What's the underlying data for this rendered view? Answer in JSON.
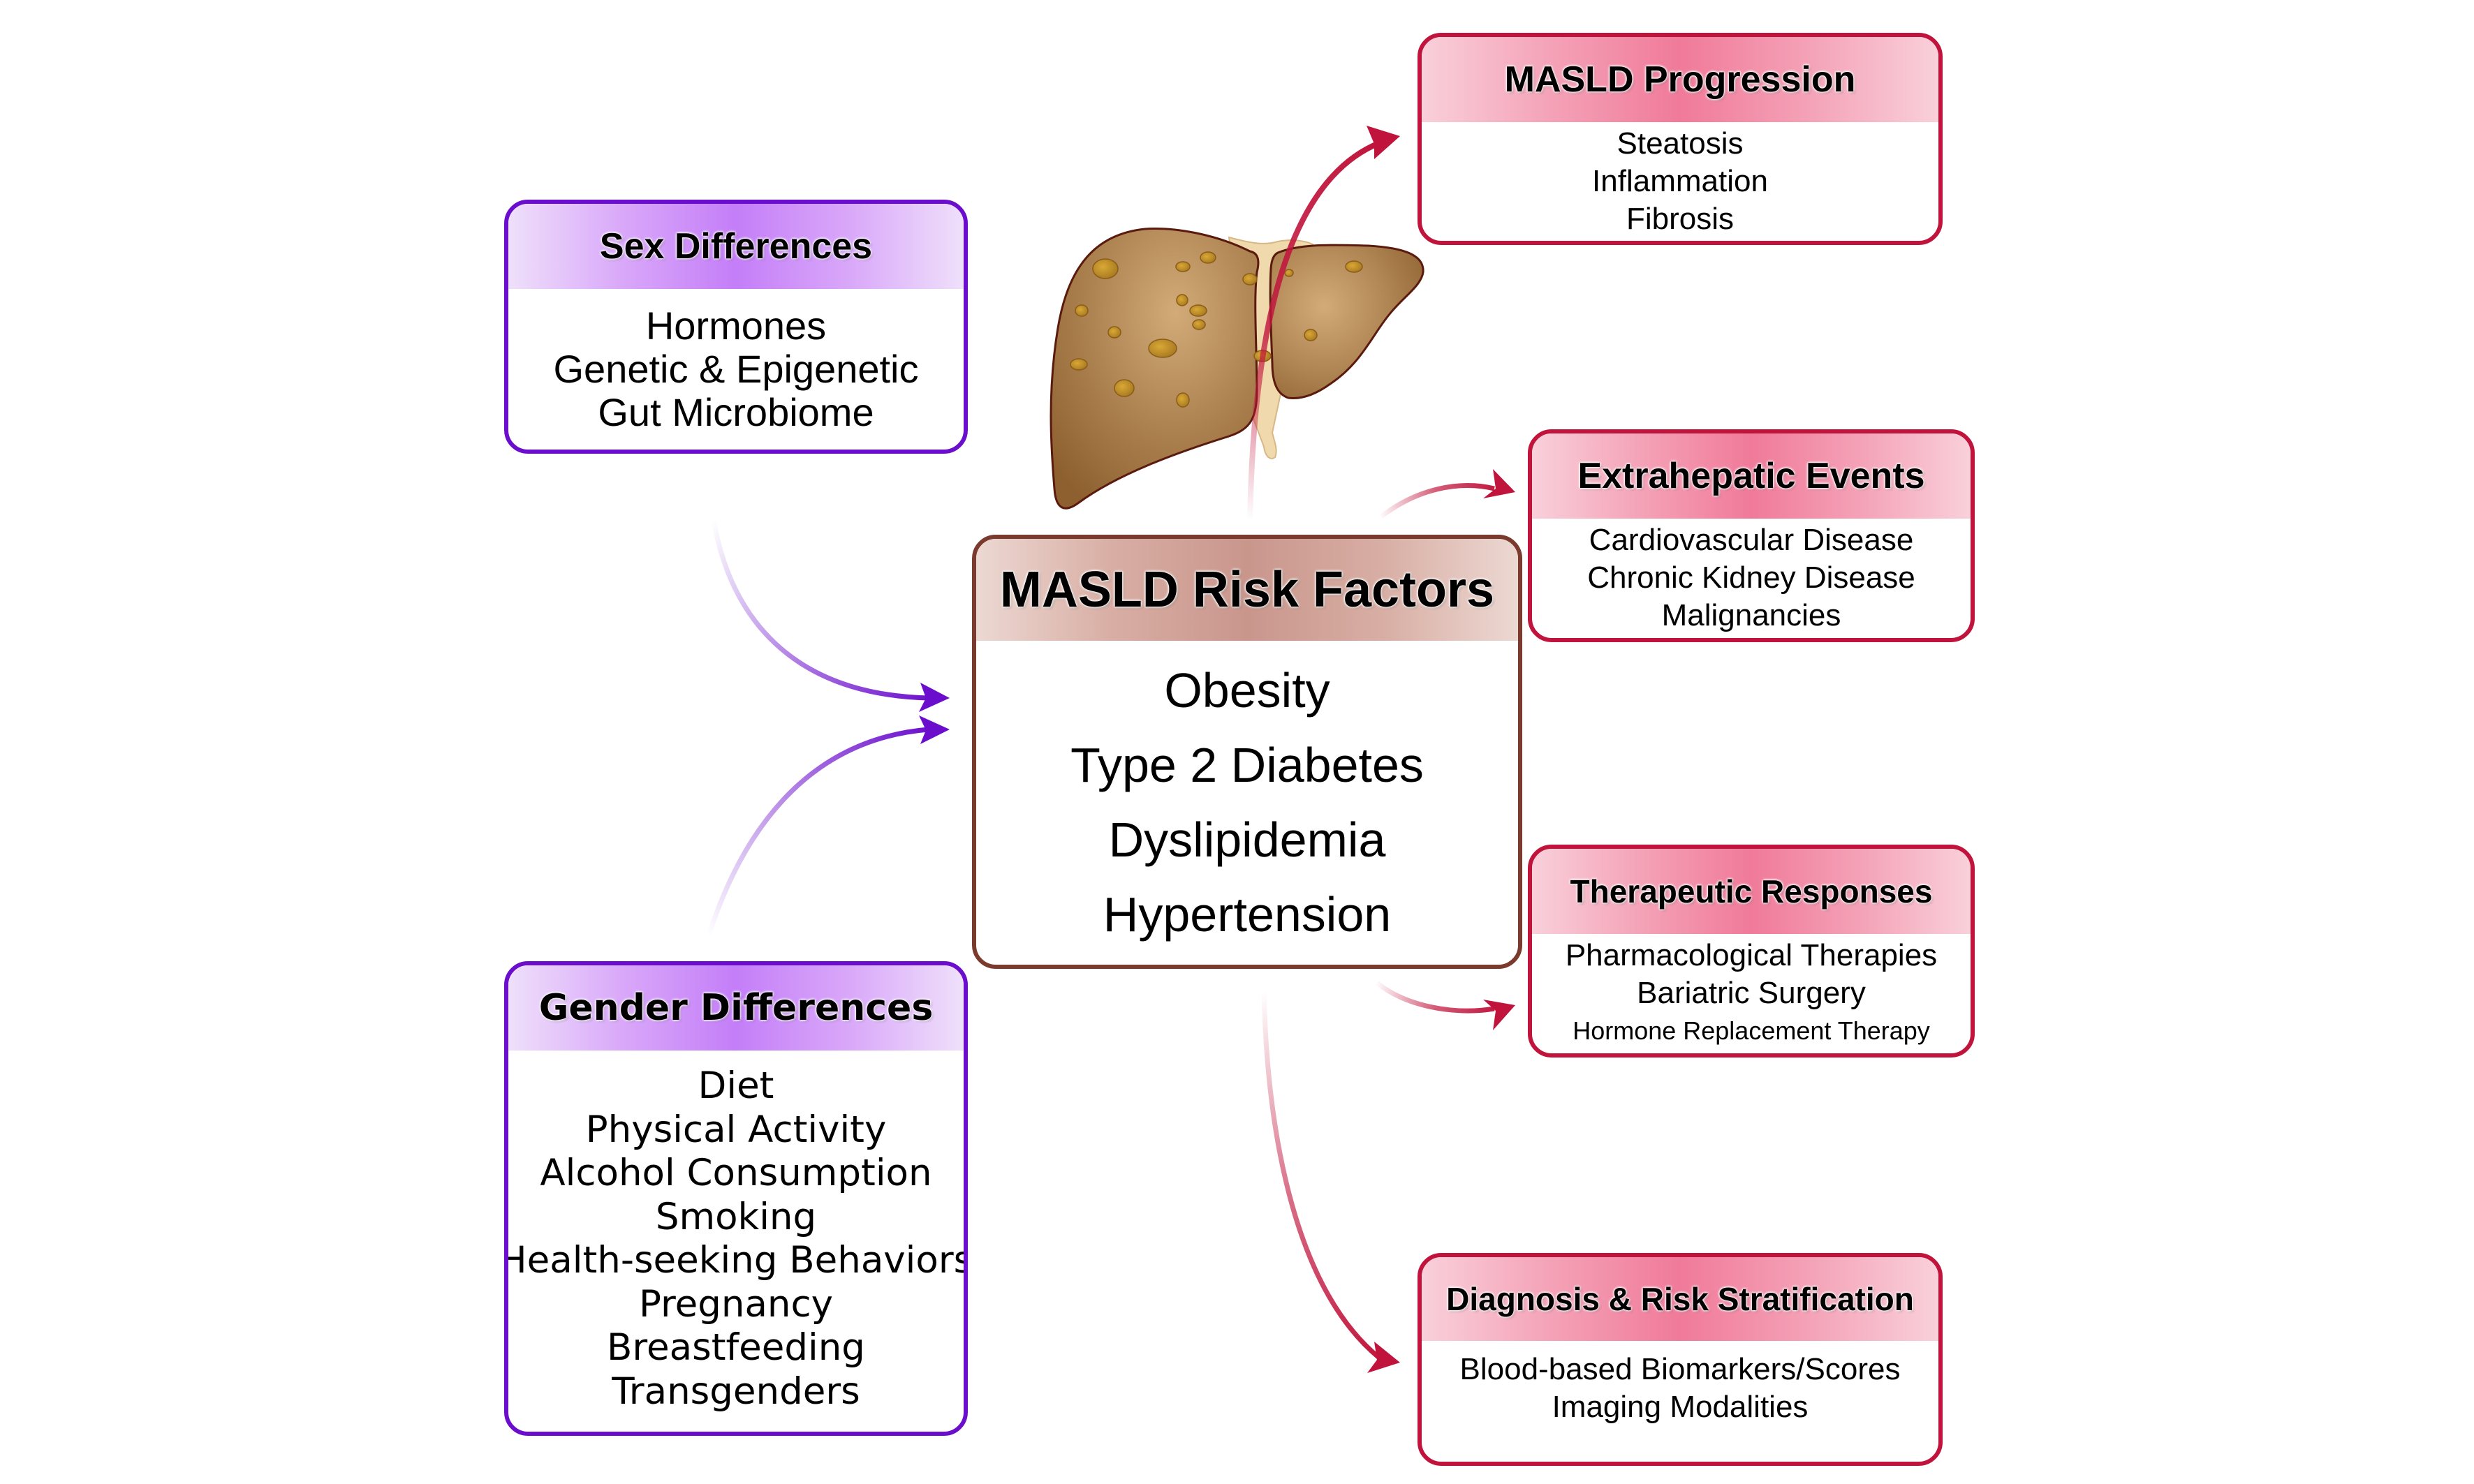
{
  "colors": {
    "purple_accent": "#6a0dcc",
    "red_accent": "#c0143c",
    "brown_accent": "#7a3a2e",
    "liver_fill": "#a87a45"
  },
  "icons": {
    "liver": "liver-illustration",
    "arrow": "curved-arrow"
  },
  "central": {
    "title": "MASLD Risk Factors",
    "items": [
      "Obesity",
      "Type 2 Diabetes",
      "Dyslipidemia",
      "Hypertension"
    ]
  },
  "inputs": {
    "sex": {
      "title": "Sex Differences",
      "items": [
        "Hormones",
        "Genetic & Epigenetic",
        "Gut Microbiome"
      ]
    },
    "gender": {
      "title": "Gender Differences",
      "items": [
        "Diet",
        "Physical Activity",
        "Alcohol Consumption",
        "Smoking",
        "Health-seeking Behaviors",
        "Pregnancy",
        "Breastfeeding",
        "Transgenders"
      ]
    }
  },
  "outcomes": {
    "progression": {
      "title": "MASLD Progression",
      "items": [
        "Steatosis",
        "Inflammation",
        "Fibrosis"
      ]
    },
    "extrahepatic": {
      "title": "Extrahepatic Events",
      "items": [
        "Cardiovascular Disease",
        "Chronic Kidney Disease",
        "Malignancies"
      ]
    },
    "therapeutic": {
      "title": "Therapeutic Responses",
      "items": [
        "Pharmacological Therapies",
        "Bariatric Surgery",
        "Hormone Replacement Therapy"
      ]
    },
    "diagnosis": {
      "title": "Diagnosis & Risk Stratification",
      "items": [
        "Blood-based Biomarkers/Scores",
        "Imaging Modalities"
      ]
    }
  }
}
